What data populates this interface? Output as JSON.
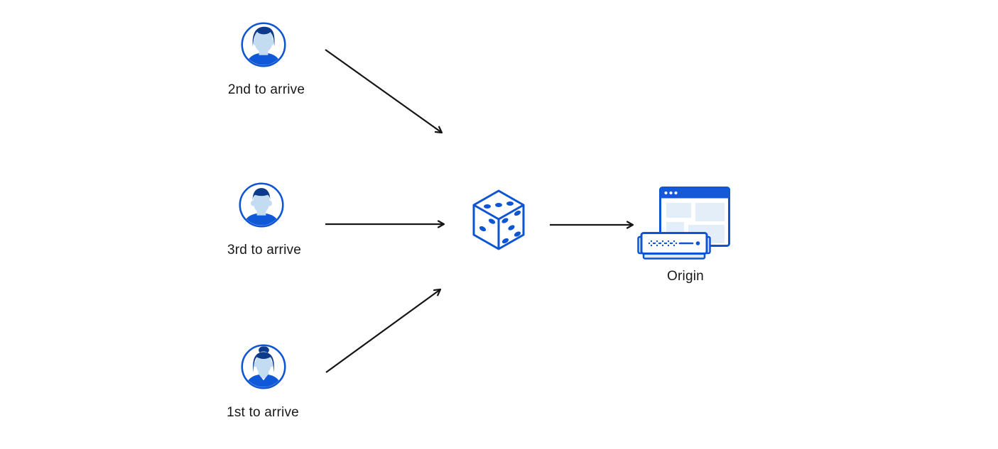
{
  "colors": {
    "primary_blue": "#0d55d2",
    "titlebar_blue": "#1459d8",
    "dark_navy": "#0e3a8c",
    "face_blue": "#c3dcf2",
    "pale_blue": "#e4eef9",
    "server_pale": "#dcebfa",
    "shirt_blue": "#0f59d9",
    "arrow_black": "#151515",
    "text": "#17181a",
    "background": "#ffffff"
  },
  "diagram": {
    "clients": [
      {
        "id": "client-top",
        "label": "2nd to arrive",
        "avatar": "person-male-swept-hair-avatar"
      },
      {
        "id": "client-middle",
        "label": "3rd to arrive",
        "avatar": "person-male-crew-cut-avatar"
      },
      {
        "id": "client-bottom",
        "label": "1st to arrive",
        "avatar": "person-female-bun-avatar"
      }
    ],
    "center_node": {
      "icon": "dice-icon",
      "pips_top_face": 3,
      "pips_left_face": 2,
      "pips_right_face": 5
    },
    "origin_node": {
      "label": "Origin",
      "icons": [
        "browser-window-icon",
        "server-icon"
      ]
    },
    "arrows": [
      {
        "from": "client-top",
        "to": "dice"
      },
      {
        "from": "client-middle",
        "to": "dice"
      },
      {
        "from": "client-bottom",
        "to": "dice"
      },
      {
        "from": "dice",
        "to": "origin"
      }
    ]
  }
}
